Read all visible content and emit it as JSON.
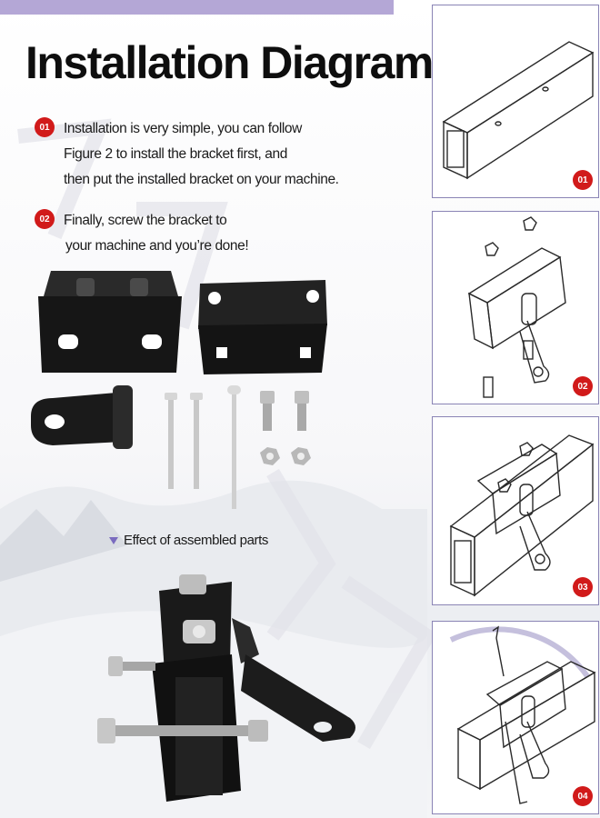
{
  "title": "Installation Diagram",
  "steps": [
    {
      "number": "01",
      "lines": [
        "Installation is very simple, you can follow",
        "Figure 2 to install the bracket first, and",
        "then put the installed bracket on your machine."
      ]
    },
    {
      "number": "02",
      "lines": [
        "Finally, screw the bracket to",
        "your machine and you’re done!"
      ]
    }
  ],
  "effect_label": "Effect of assembled parts",
  "panels": [
    {
      "number": "01",
      "icon": "tube-icon"
    },
    {
      "number": "02",
      "icon": "bracket-exploded-icon"
    },
    {
      "number": "03",
      "icon": "bracket-mounted-icon"
    },
    {
      "number": "04",
      "icon": "wrench-tightening-icon"
    }
  ],
  "colors": {
    "accent_red": "#d11a1a",
    "accent_purple": "#b4a7d6",
    "panel_border": "#8a84b5",
    "metal_black": "#1a1a1a"
  }
}
